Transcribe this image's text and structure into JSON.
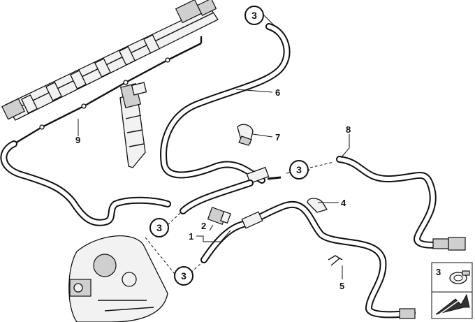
{
  "callouts": {
    "c1": "3",
    "c2": "3",
    "c3": "3",
    "c4": "3"
  },
  "labels": {
    "part1": "1",
    "part2": "2",
    "part4": "4",
    "part5": "5",
    "part6": "6",
    "part7": "7",
    "part8": "8",
    "part9": "9"
  },
  "legend": {
    "number": "3"
  }
}
